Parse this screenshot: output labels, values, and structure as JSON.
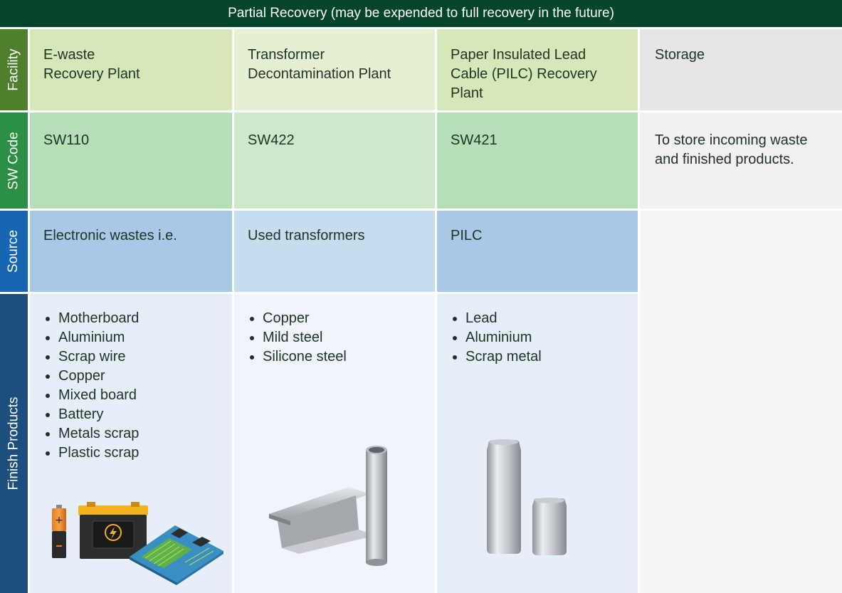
{
  "banner": "Partial Recovery (may be expended to full recovery in the future)",
  "row_labels": {
    "facility": "Facility",
    "sw_code": "SW Code",
    "source": "Source",
    "finish_products": "Finish Products"
  },
  "columns": [
    {
      "facility": "E-waste\nRecovery Plant",
      "sw_code": "SW110",
      "source": "Electronic wastes i.e.",
      "products": [
        "Motherboard",
        "Aluminium",
        "Scrap wire",
        "Copper",
        "Mixed board",
        "Battery",
        "Metals scrap",
        "Plastic scrap"
      ]
    },
    {
      "facility": "Transformer\nDecontamination Plant",
      "sw_code": "SW422",
      "source": "Used transformers",
      "products": [
        "Copper",
        "Mild steel",
        "Silicone steel"
      ]
    },
    {
      "facility": "Paper Insulated Lead\nCable (PILC) Recovery\nPlant",
      "sw_code": "SW421",
      "source": "PILC",
      "products": [
        "Lead",
        "Aluminium",
        "Scrap metal"
      ]
    },
    {
      "facility": "Storage",
      "sw_code": "To store incoming waste\nand finished products."
    }
  ],
  "colors": {
    "banner": "#06452c",
    "facility_label": "#4f7f2c",
    "sw_code_label": "#2b8f45",
    "source_label": "#1565b0",
    "finish_label": "#1d4f7e"
  },
  "icons": [
    "battery-icon",
    "car-battery-icon",
    "circuit-board-icon",
    "steel-beam-icon",
    "steel-pipe-icon",
    "aluminium-can-icon"
  ]
}
